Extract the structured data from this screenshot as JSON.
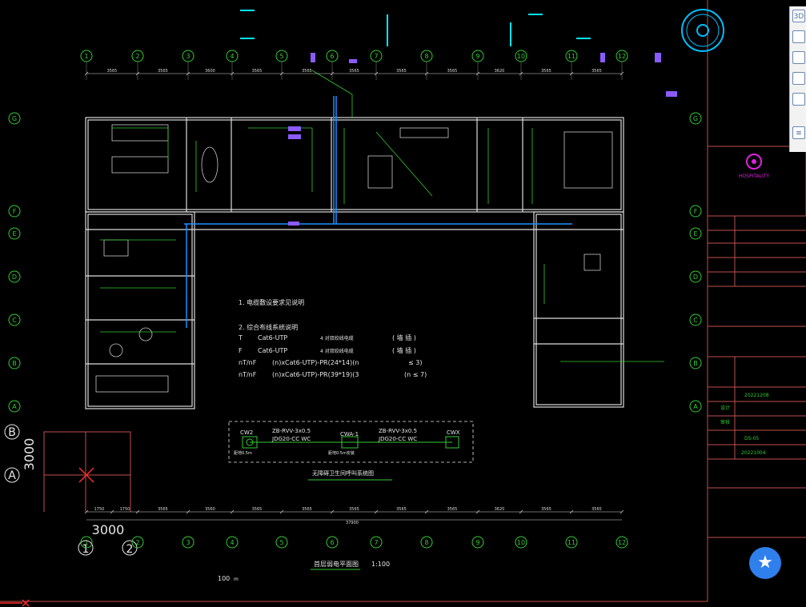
{
  "colors": {
    "background": "#000000",
    "wall": "#dcdcdc",
    "grid_circle": "#33cc33",
    "cable": "#1e90ff",
    "cyan": "#00e5ff",
    "title_block": "#c0504d",
    "magenta": "#e020e0",
    "marker": "#8a5cff",
    "red": "#ff2a2a"
  },
  "axes_top": [
    "1",
    "2",
    "3",
    "4",
    "5",
    "6",
    "7",
    "8",
    "9",
    "10",
    "11",
    "12"
  ],
  "axes_bottom": [
    "1",
    "2",
    "3",
    "4",
    "5",
    "6",
    "7",
    "8",
    "9",
    "10",
    "11",
    "12"
  ],
  "axes_left": [
    "G",
    "F",
    "E",
    "D",
    "C",
    "B",
    "A"
  ],
  "axes_right": [
    "G",
    "F",
    "E",
    "D",
    "C",
    "B",
    "A"
  ],
  "notes": {
    "line1": "1. 电缆敷设要求见说明",
    "line2": "2. 综合布线系统说明",
    "t_sym": "T",
    "t_cable": "Cat6-UTP",
    "t_desc": "4 对双绞线电缆",
    "f_sym": "F",
    "f_cable": "Cat6-UTP",
    "f_desc": "4 对双绞线电缆",
    "nt_sym": "nT/nF",
    "nt_spec": "(n)xCat6-UTP)-PR(24*14)(n",
    "nt_cond": "≤ 3)",
    "nt2_sym": "nT/nF",
    "nt2_spec": "(n)xCat6-UTP)-PR(39*19)(3",
    "nt2_cond": "(n ≤ 7)",
    "t_note": "( 墙 插 )",
    "f_note": "( 墙 插 )"
  },
  "call_system": {
    "cw2": "CW2",
    "cwa1": "CWA-1",
    "cwx": "CWX",
    "cable1": "ZB-RVV-3x0.5",
    "conduit1": "JDG20-CC WC",
    "cable2": "ZB-RVV-3x0.5",
    "conduit2": "JDG20-CC WC",
    "label_left": "距地0.5m",
    "label_mid": "距地0.5m安装",
    "title": "无障碍卫生间呼叫系统图"
  },
  "legend": {
    "b": "B",
    "a": "A",
    "dim_v": "3000",
    "dim_h": "3000",
    "n1": "1",
    "n2": "2"
  },
  "dims_top": [
    "3565",
    "3565",
    "3600",
    "3565",
    "3565",
    "3565",
    "3565",
    "3565",
    "3620",
    "3565",
    "3565"
  ],
  "dims_bottom": [
    "1750",
    "1750",
    "3565",
    "3560",
    "3565",
    "3565",
    "3565",
    "3565",
    "3565",
    "3620",
    "3565",
    "3565"
  ],
  "dim_total": "37900",
  "plan_title": "首层弱电平面图",
  "plan_scale": "1:100",
  "plan_note_num": "100",
  "plan_note_unit": "m",
  "title_block": {
    "date": "20221208",
    "drawing_no": "DS-05",
    "date2": "20221004",
    "company": "HOSPITALITY",
    "designer": "设计",
    "checker": "审核"
  },
  "toolbar": {
    "btn_3d": "3D",
    "btn_list": "≡"
  },
  "fab_icon": "★"
}
